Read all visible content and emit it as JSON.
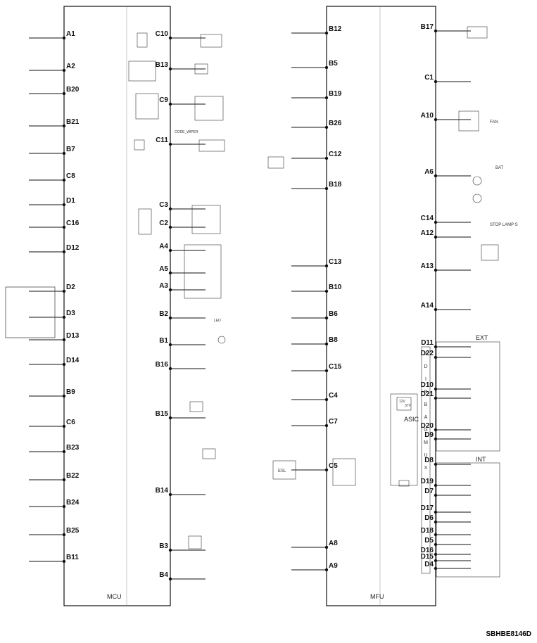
{
  "left_module": {
    "label": "MCU",
    "left_pins": [
      "A1",
      "A2",
      "B20",
      "B21",
      "B7",
      "C8",
      "D1",
      "C16",
      "D12",
      "D2",
      "D3",
      "D13",
      "D14",
      "B9",
      "C6",
      "B23",
      "B22",
      "B24",
      "B25",
      "B11"
    ],
    "right_pins": [
      "C10",
      "B13",
      "C9",
      "C11",
      "C3",
      "C2",
      "A4",
      "A5",
      "A3",
      "B2",
      "B1",
      "B16",
      "B15",
      "B14",
      "B3",
      "B4"
    ]
  },
  "right_module": {
    "label": "MFU",
    "left_pins": [
      "B12",
      "B5",
      "B19",
      "B26",
      "C12",
      "B18",
      "C13",
      "B10",
      "B6",
      "B8",
      "C15",
      "C4",
      "C7",
      "C5",
      "A8",
      "A9"
    ],
    "right_pins": [
      "B17",
      "C1",
      "A10",
      "A6",
      "C14",
      "A12",
      "A13",
      "A14",
      "D11",
      "D22",
      "D10",
      "D21",
      "D20",
      "D9",
      "D8",
      "D19",
      "D7",
      "D17",
      "D6",
      "D18",
      "D5",
      "D16",
      "D15",
      "D4"
    ]
  },
  "mux_labels": {
    "asic": "ASIC",
    "ext": "EXT",
    "int": "INT",
    "voltage_top": "12V",
    "voltage_bottom": "37V",
    "mux_letters": [
      "A",
      "D",
      "I",
      "R",
      "B",
      "A",
      "G",
      "M",
      "U",
      "X"
    ]
  },
  "annotations": {
    "bat": "BAT",
    "stop_lamp": "STOP LAMP S",
    "fan": "FAN",
    "led": "LED",
    "esl": "ESL",
    "code_wiper": "CODE_WIPER"
  },
  "figure_ref": "SBHBE8146D"
}
